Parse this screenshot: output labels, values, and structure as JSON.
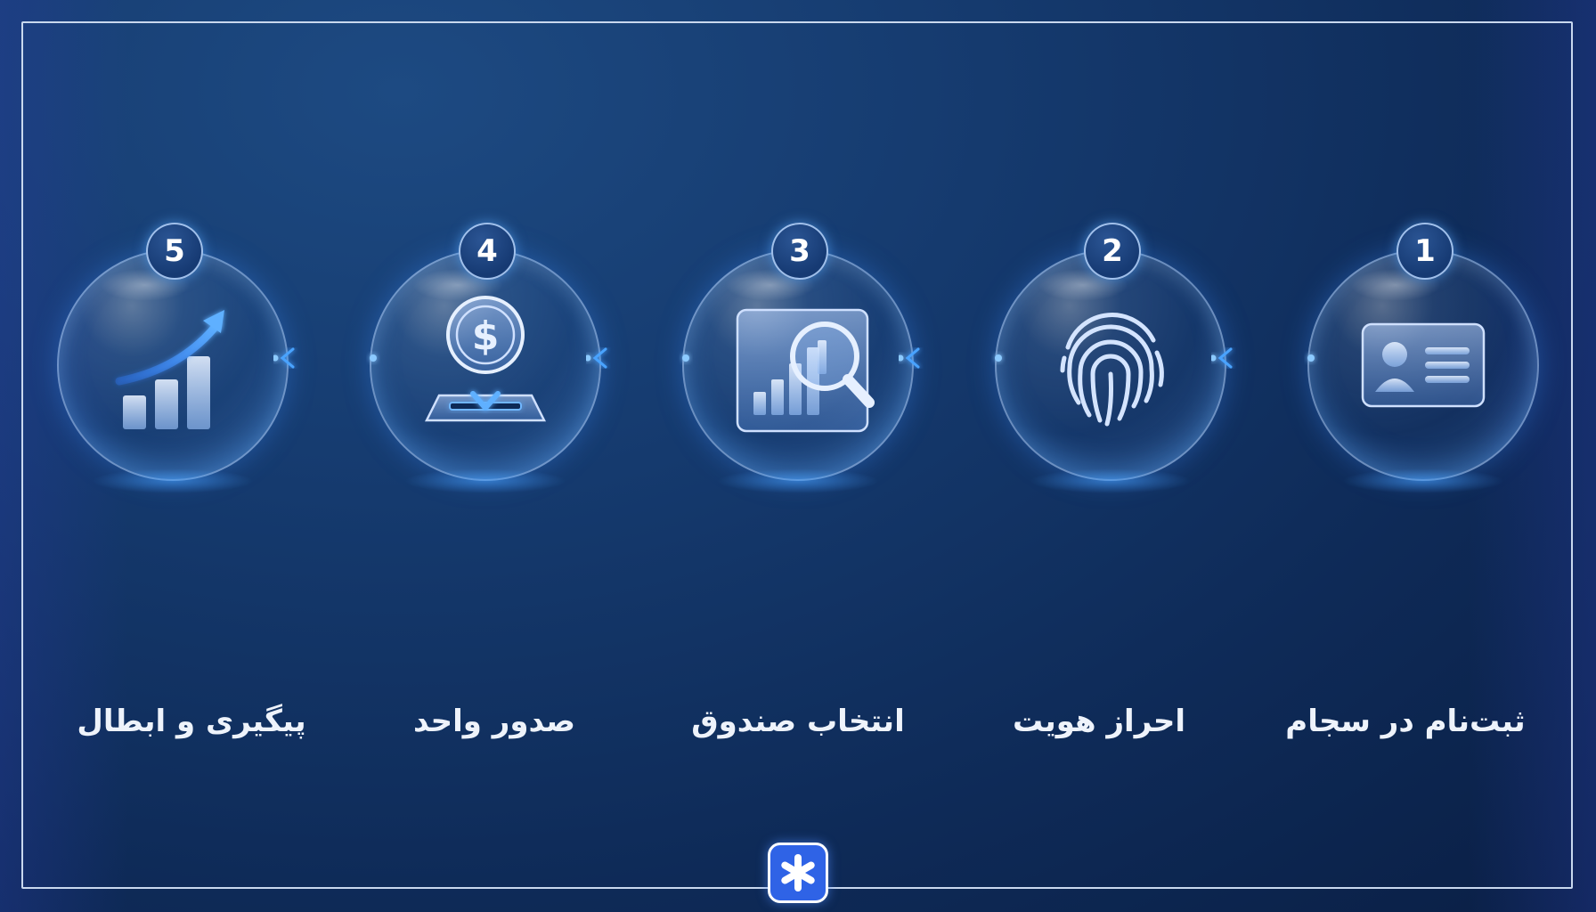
{
  "steps": [
    {
      "number": "1",
      "label": "ثبت‌نام در سجام",
      "icon": "id-card-icon"
    },
    {
      "number": "2",
      "label": "احراز هویت",
      "icon": "fingerprint-icon"
    },
    {
      "number": "3",
      "label": "انتخاب صندوق",
      "icon": "chart-magnifier-icon"
    },
    {
      "number": "4",
      "label": "صدور واحد",
      "icon": "coin-deposit-icon"
    },
    {
      "number": "5",
      "label": "پیگیری و ابطال",
      "icon": "growth-chart-icon"
    }
  ],
  "flow_direction": "right-to-left",
  "colors": {
    "background": "#123466",
    "accent_glow": "#4aa3ff",
    "text": "#eef3fb",
    "logo": "#2f63e6"
  },
  "logo_icon": "asterisk-logo-icon"
}
